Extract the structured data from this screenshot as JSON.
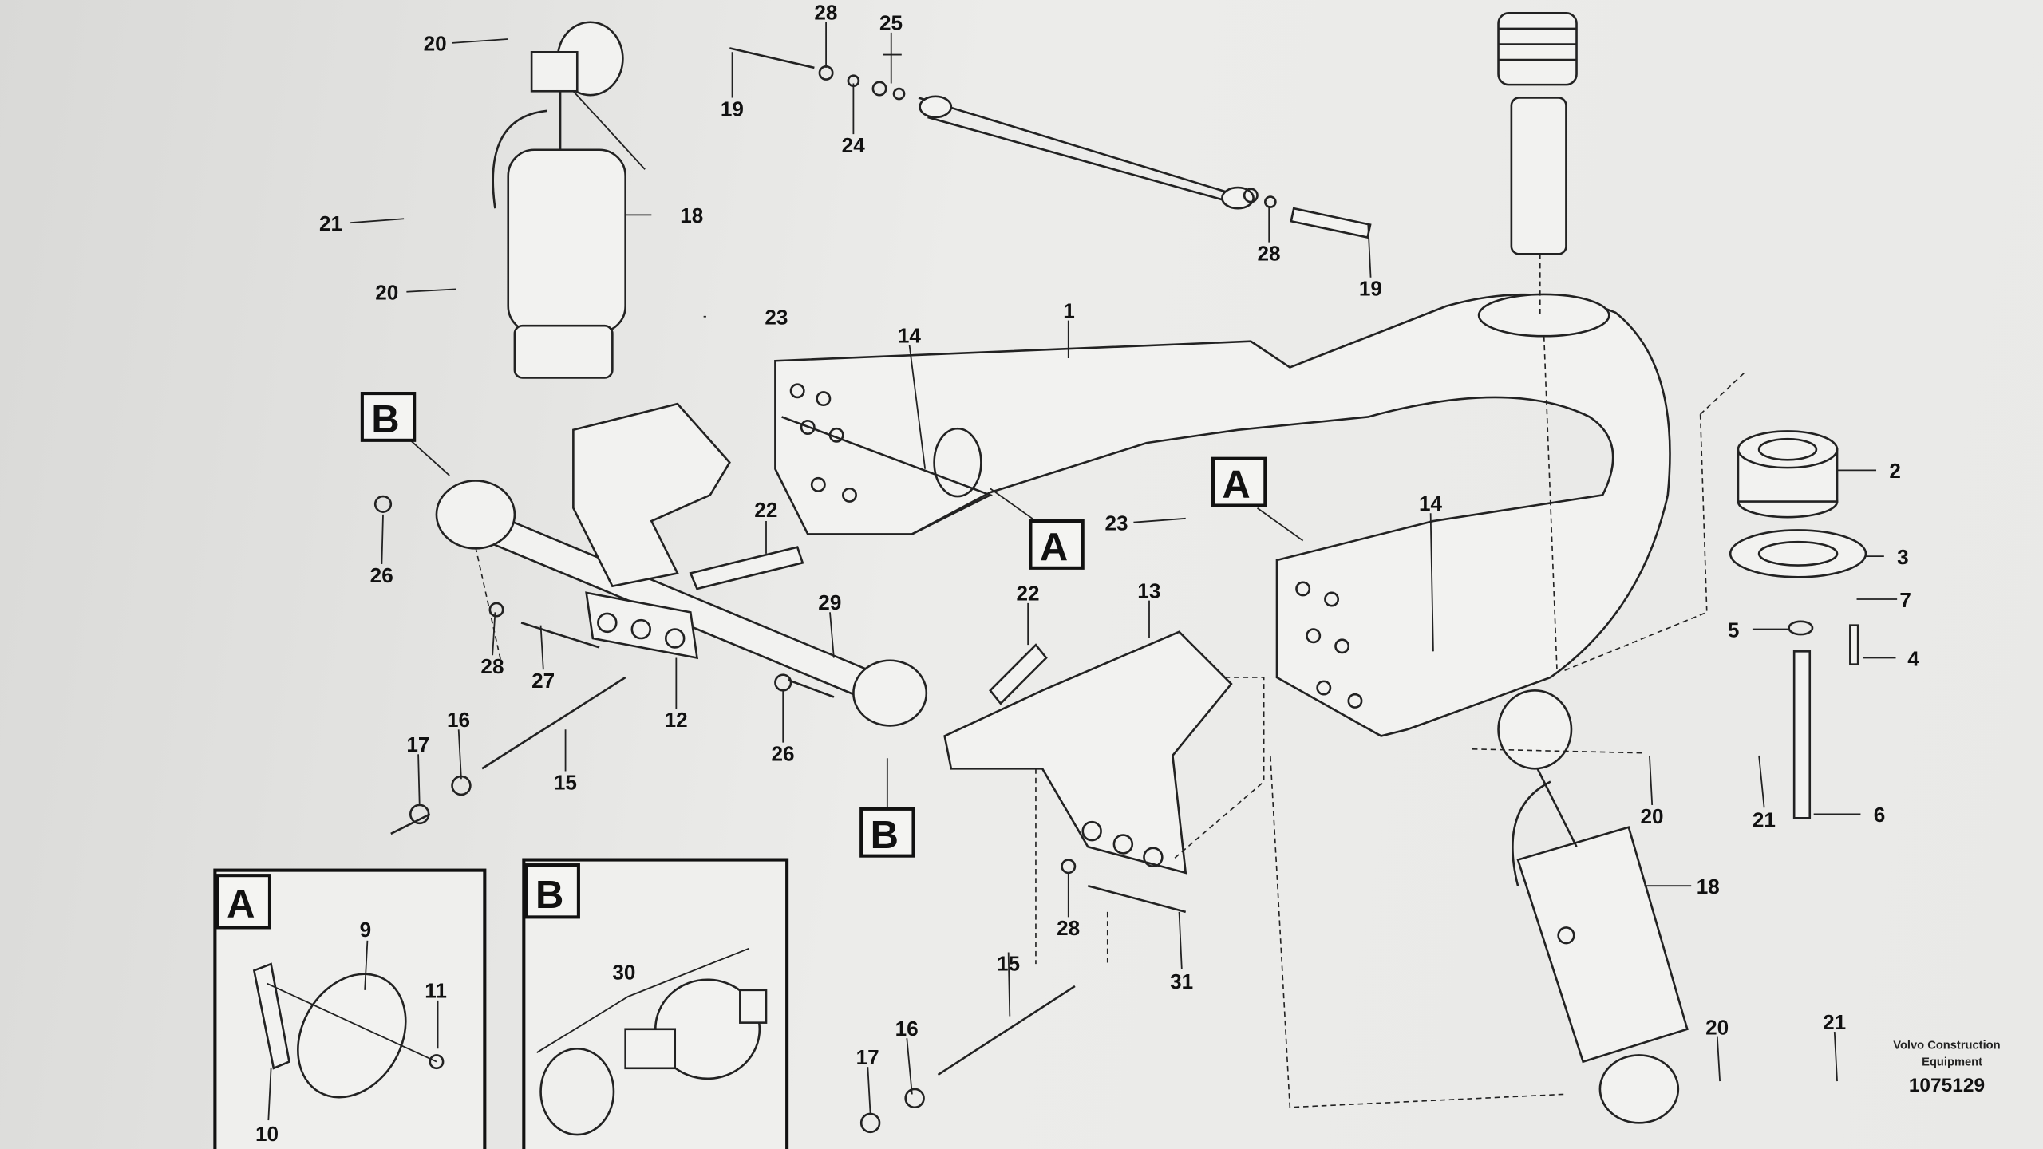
{
  "diagram": {
    "callouts": [
      "20",
      "28",
      "25",
      "19",
      "24",
      "18",
      "21",
      "20",
      "28",
      "19",
      "1",
      "23",
      "14",
      "22",
      "26",
      "23",
      "14",
      "2",
      "3",
      "7",
      "5",
      "4",
      "29",
      "22",
      "13",
      "28",
      "27",
      "12",
      "16",
      "17",
      "26",
      "15",
      "6",
      "20",
      "21",
      "18",
      "28",
      "31",
      "15",
      "16",
      "20",
      "21",
      "17"
    ],
    "detail_markers": [
      "B",
      "A",
      "A",
      "B"
    ],
    "inset_a": {
      "title": "A",
      "callouts": [
        "9",
        "11",
        "10"
      ]
    },
    "inset_b": {
      "title": "B",
      "callouts": [
        "30"
      ]
    },
    "logo": {
      "line1": "Volvo Construction",
      "line2": "Equipment"
    },
    "drawing_number": "1075129"
  }
}
